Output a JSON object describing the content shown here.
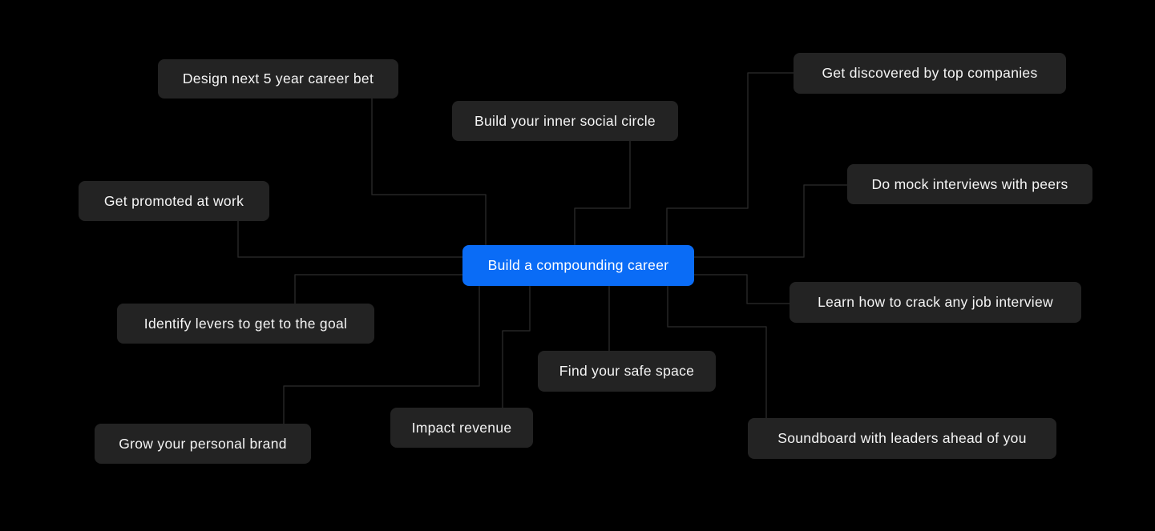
{
  "canvas": {
    "background_color": "#000000",
    "connector_color": "#262626"
  },
  "mindmap": {
    "node_background_color": "#232323",
    "node_text_color": "#f5f5f5",
    "root_accent_color": "#0a6cf6",
    "root": {
      "label": "Build a compounding career"
    },
    "nodes": {
      "design": {
        "label": "Design next 5 year career bet"
      },
      "social": {
        "label": "Build your inner social circle"
      },
      "discovered": {
        "label": "Get discovered by top companies"
      },
      "mock": {
        "label": "Do mock interviews with peers"
      },
      "promoted": {
        "label": "Get promoted at work"
      },
      "learn": {
        "label": "Learn how to crack any job interview"
      },
      "identify": {
        "label": "Identify levers to get to the goal"
      },
      "safe": {
        "label": "Find your safe space"
      },
      "impact": {
        "label": "Impact revenue"
      },
      "grow": {
        "label": "Grow your personal brand"
      },
      "soundboard": {
        "label": "Soundboard with leaders ahead of you"
      }
    }
  }
}
